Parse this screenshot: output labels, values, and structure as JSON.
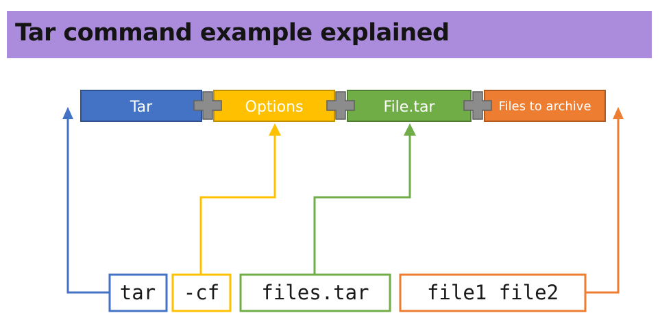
{
  "title": "Tar command example explained",
  "components": [
    {
      "label": "Tar",
      "color": "#4472c4"
    },
    {
      "label": "Options",
      "color": "#ffc000"
    },
    {
      "label": "File.tar",
      "color": "#70ad47"
    },
    {
      "label": "Files to archive",
      "color": "#ed7d31"
    }
  ],
  "command_parts": [
    {
      "text": "tar",
      "color": "#4472c4"
    },
    {
      "text": "-cf",
      "color": "#ffc000"
    },
    {
      "text": "files.tar",
      "color": "#70ad47"
    },
    {
      "text": "file1 file2",
      "color": "#ed7d31"
    }
  ],
  "colors": {
    "title_bar": "#ab8bdc",
    "plus": "#8c8c8c"
  },
  "icons": [
    "plus-icon",
    "arrow-up-icon"
  ]
}
